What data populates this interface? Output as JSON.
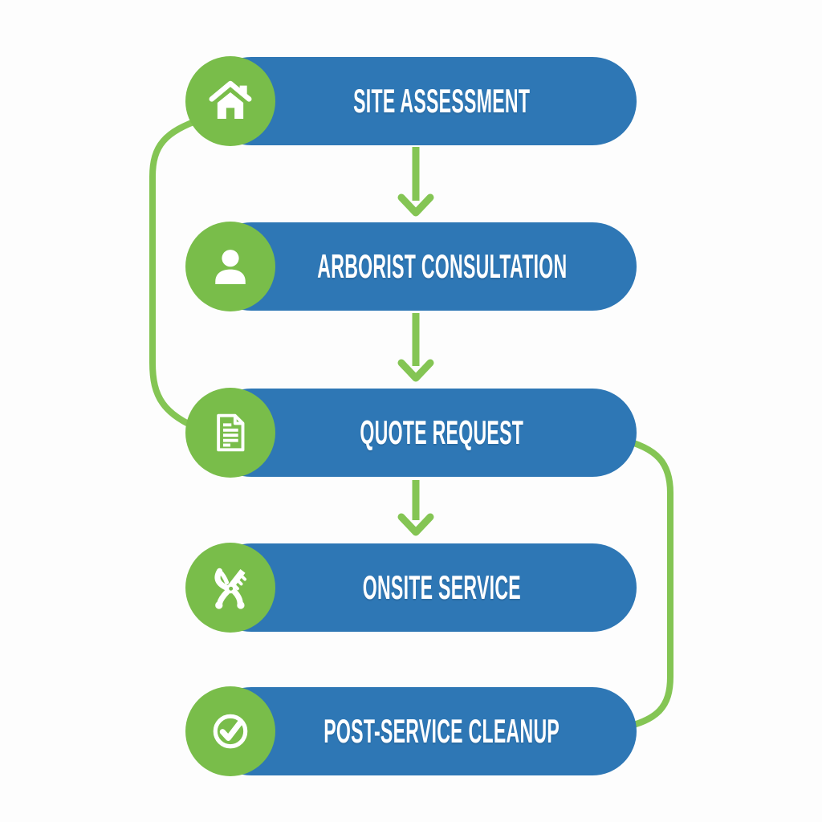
{
  "diagram_type": "vertical process flowchart",
  "steps": [
    {
      "label": "SITE ASSESSMENT",
      "icon": "home-icon"
    },
    {
      "label": "ARBORIST CONSULTATION",
      "icon": "person-icon"
    },
    {
      "label": "QUOTE REQUEST",
      "icon": "document-icon"
    },
    {
      "label": "ONSITE SERVICE",
      "icon": "pruning-tools-icon"
    },
    {
      "label": "POST-SERVICE CLEANUP",
      "icon": "check-circle-icon"
    }
  ],
  "connections": [
    {
      "from": 1,
      "to": 2,
      "type": "straight-arrow-down"
    },
    {
      "from": 2,
      "to": 3,
      "type": "straight-arrow-down"
    },
    {
      "from": 3,
      "to": 4,
      "type": "straight-arrow-down"
    },
    {
      "from": 1,
      "to": 3,
      "type": "curved-bracket-left"
    },
    {
      "from": 3,
      "to": 5,
      "type": "curved-bracket-right"
    }
  ],
  "colors": {
    "pill_blue": "#2e77b5",
    "icon_green": "#79bd4a",
    "connector_green": "#84c554",
    "text_white": "#ffffff",
    "bg": "#fdfdfd"
  }
}
